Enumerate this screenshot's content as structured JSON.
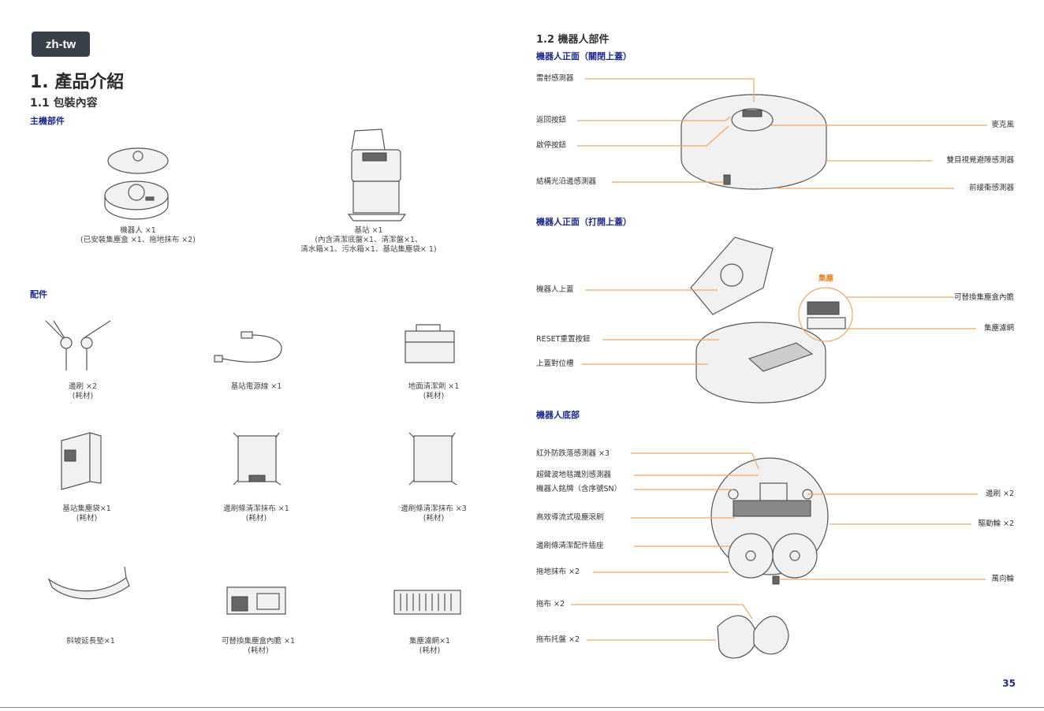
{
  "badge": "zh-tw",
  "title": "1. 產品介紹",
  "section_1_1": "1.1 包裝內容",
  "main_parts": "主機部件",
  "main_items": [
    {
      "line1": "機器人 ×1",
      "line2": "(已安裝集塵盒 ×1、拖地抹布 ×2)"
    },
    {
      "line1": "基站 ×1",
      "line2": "(內含清潔底盤×1、清潔盤×1、",
      "line3": "清水箱×1、污水箱×1、基站集塵袋× 1)"
    }
  ],
  "accessories": "配件",
  "acc_items": [
    {
      "line1": "邊刷 ×2",
      "line2": "(耗材)"
    },
    {
      "line1": "基站電源線 ×1",
      "line2": ""
    },
    {
      "line1": "地面清潔劑 ×1",
      "line2": "(耗材)"
    },
    {
      "line1": "基站集塵袋×1",
      "line2": "(耗材)"
    },
    {
      "line1": "邊刷條清潔抹布 ×1",
      "line2": "(耗材)"
    },
    {
      "line1": "邊刷條清潔抹布 ×3",
      "line2": "(耗材)"
    },
    {
      "line1": "斜坡延長墊×1",
      "line2": ""
    },
    {
      "line1": "可替換集塵盒內膽 ×1",
      "line2": "(耗材)"
    },
    {
      "line1": "集塵濾網×1",
      "line2": "(耗材)"
    }
  ],
  "section_1_2": "1.2 機器人部件",
  "front_closed": "機器人正面（關閉上蓋）",
  "front_closed_left": [
    "雷射感測器",
    "返回按鈕",
    "啟停按鈕",
    "結構光沿邊感測器"
  ],
  "front_closed_right": [
    "麥克風",
    "雙目視覺避障感測器",
    "前緩衝感測器"
  ],
  "front_open": "機器人正面（打開上蓋）",
  "front_open_left": [
    "機器人上蓋",
    "RESET重置按鈕",
    "上蓋對位槽"
  ],
  "front_open_tag": "集塵",
  "front_open_right": [
    "可替換集塵盒內膽",
    "集塵濾網"
  ],
  "bottom": "機器人底部",
  "bottom_left": [
    "紅外防跌落感測器 ×3",
    "超聲波地毯識別感測器",
    "機器人銘牌（含序號SN）",
    "高效導流式吸塵滾刷",
    "邊刷條清潔配件插座",
    "拖地抹布 ×2",
    "拖布 ×2",
    "拖布托盤 ×2"
  ],
  "bottom_right": [
    "邊刷 ×2",
    "驅動輪 ×2",
    "萬向輪"
  ],
  "page_number": "35"
}
